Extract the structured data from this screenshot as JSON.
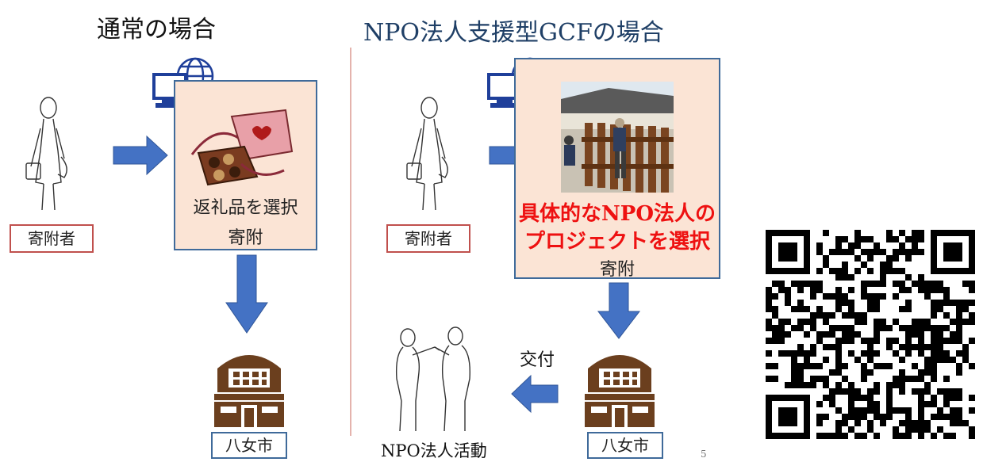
{
  "slide": {
    "left_title": "通常の場合",
    "right_title": "NPO法人支援型GCFの場合",
    "page_number": "5"
  },
  "left_flow": {
    "donor_label": "寄附者",
    "panel_text_1": "返礼品を選択",
    "panel_text_2": "寄附",
    "city_label": "八女市"
  },
  "right_flow": {
    "donor_label": "寄附者",
    "panel_highlight_1": "具体的なNPO法人の",
    "panel_highlight_2": "プロジェクトを選択",
    "panel_text": "寄附",
    "grant_label": "交付",
    "npo_activity": "NPO法人活動",
    "city_label": "八女市"
  },
  "colors": {
    "arrow": "#4472c4",
    "panel_fill": "#fbe4d5",
    "panel_border": "#3f6a9a",
    "highlight_text": "#ee1111",
    "donor_border": "#c0504d",
    "building": "#6b3f1e",
    "divider": "#e4b3ad"
  },
  "icons": [
    "person-silhouette-icon",
    "computer-globe-icon",
    "chocolate-box-icon",
    "building-icon",
    "handshake-icon",
    "qr-code-icon",
    "construction-photo"
  ]
}
